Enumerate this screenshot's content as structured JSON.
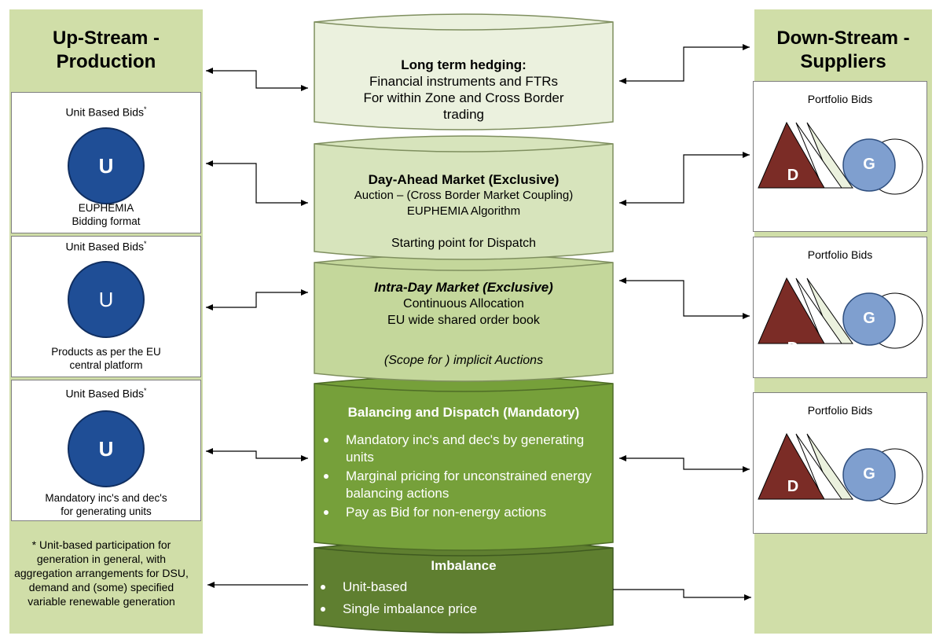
{
  "upstream": {
    "title_line1": "Up-Stream -",
    "title_line2": "Production",
    "boxes": [
      {
        "title": "Unit Based Bids",
        "mark": "*",
        "circle": "U",
        "caption_line1": "EUPHEMIA",
        "caption_line2": "Bidding format"
      },
      {
        "title": "Unit Based Bids",
        "mark": "*",
        "circle": "U",
        "caption_line1": "Products as per the EU",
        "caption_line2": "central platform"
      },
      {
        "title": "Unit Based Bids",
        "mark": "*",
        "circle": "U",
        "caption_line1": "Mandatory inc's and dec's",
        "caption_line2": "for generating units"
      }
    ],
    "footnote": "* Unit-based participation for generation in general, with aggregation arrangements for DSU, demand and (some) specified variable renewable generation"
  },
  "downstream": {
    "title_line1": "Down-Stream -",
    "title_line2": "Suppliers",
    "boxes": [
      {
        "title": "Portfolio Bids",
        "d": "D",
        "g": "G"
      },
      {
        "title": "Portfolio Bids",
        "d": "D",
        "g": "G"
      },
      {
        "title": "Portfolio Bids",
        "d": "D",
        "g": "G"
      }
    ]
  },
  "center": {
    "hedging": {
      "title": "Long term hedging:",
      "line1": "Financial instruments and FTRs",
      "line2": "For within Zone and Cross Border",
      "line3": "trading"
    },
    "dayahead": {
      "title": "Day-Ahead Market (Exclusive)",
      "line1": "Auction – (Cross Border Market Coupling)",
      "line2": "EUPHEMIA Algorithm",
      "line3": "Starting point for Dispatch"
    },
    "intraday": {
      "title": "Intra-Day Market (Exclusive)",
      "line1": "Continuous Allocation",
      "line2": "EU wide shared order book",
      "line3": "(Scope for ) implicit  Auctions"
    },
    "balancing": {
      "title": "Balancing and Dispatch (Mandatory)",
      "bullets": [
        "Mandatory inc's and dec's by generating units",
        "Marginal pricing for unconstrained energy balancing actions",
        "Pay as Bid for non-energy actions"
      ]
    },
    "imbalance": {
      "title": "Imbalance",
      "bullets": [
        "Unit-based",
        "Single imbalance price"
      ]
    }
  },
  "colors": {
    "side_column": "#d0dea8",
    "hedging_fill": "#ebf1de",
    "dayahead_fill": "#d7e4bc",
    "intraday_fill": "#c4d79b",
    "balancing_fill": "#76a03a",
    "imbalance_fill": "#5f7f30",
    "unit_circle": "#1f4e96",
    "d_triangle": "#7b2c26",
    "g_circle": "#7f9fcf"
  }
}
